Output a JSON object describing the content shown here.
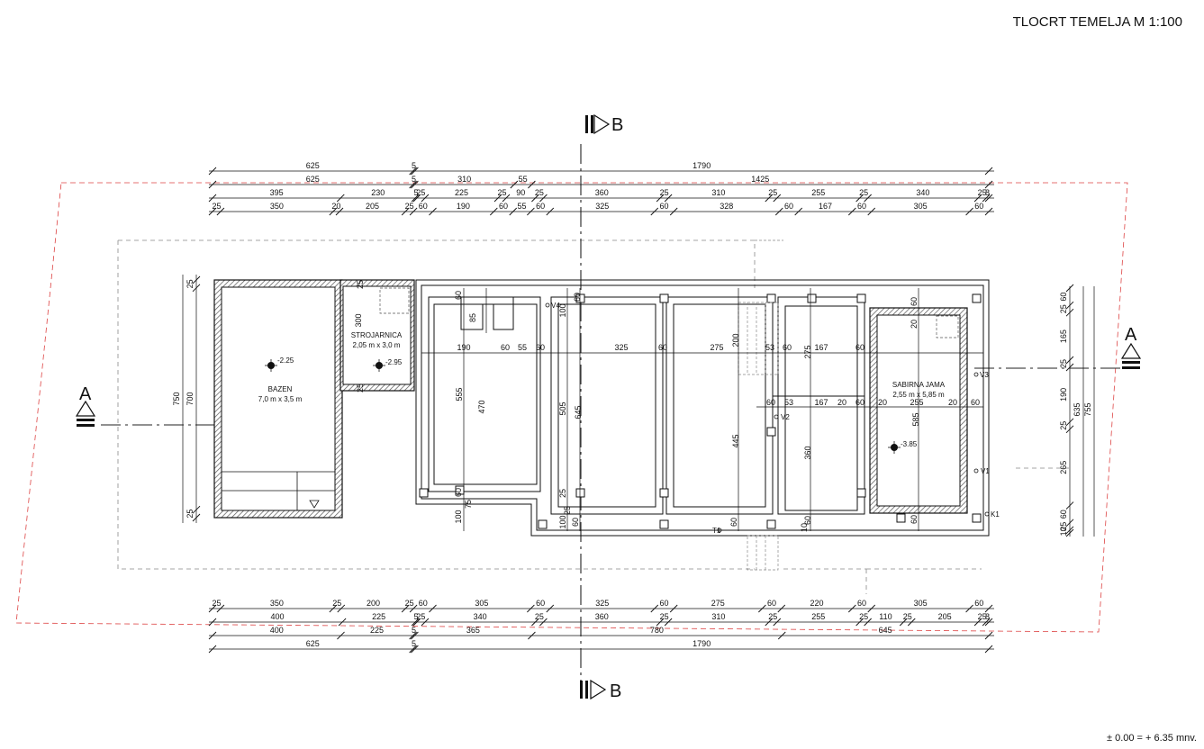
{
  "title": "TLOCRT TEMELJA  M 1:100",
  "elevation_note": "± 0.00 = + 6.35 mnv.",
  "sections": {
    "a": "A",
    "b": "B"
  },
  "rooms": {
    "bazen_name": "BAZEN",
    "bazen_size": "7,0 m x 3,5 m",
    "bazen_level": "-2.25",
    "strojarnica_name": "STROJARNICA",
    "strojarnica_size": "2,05 m x 3,0 m",
    "strojarnica_level": "-2.95",
    "sabirna_name": "SABIRNA JAMA",
    "sabirna_size": "2,55 m x 5,85 m",
    "sabirna_level": "-3.85"
  },
  "markers": [
    "V4",
    "V3",
    "V2",
    "V1",
    "K1",
    "T1"
  ],
  "dims_top": [
    [
      "625",
      "5",
      "1790"
    ],
    [
      "625",
      "5",
      "310",
      "55",
      "1425"
    ],
    [
      "395",
      "230",
      "5",
      "25",
      "225",
      "25",
      "90",
      "25",
      "360",
      "25",
      "310",
      "25",
      "255",
      "25",
      "340",
      "25",
      "8"
    ],
    [
      "25",
      "350",
      "20",
      "205",
      "25",
      "60",
      "190",
      "60",
      "55",
      "60",
      "325",
      "60",
      "328",
      "60",
      "167",
      "60",
      "305",
      "60"
    ]
  ],
  "dims_bottom": [
    [
      "25",
      "350",
      "25",
      "200",
      "25",
      "60",
      "305",
      "60",
      "325",
      "60",
      "275",
      "60",
      "220",
      "60",
      "305",
      "60"
    ],
    [
      "400",
      "225",
      "5",
      "25",
      "340",
      "25",
      "360",
      "25",
      "310",
      "25",
      "255",
      "25",
      "110",
      "25",
      "205",
      "25",
      "8"
    ],
    [
      "400",
      "225",
      "5",
      "365",
      "780",
      "645"
    ],
    [
      "625",
      "5",
      "1790"
    ]
  ],
  "dims_left": [
    "25",
    "750",
    "700",
    "25"
  ],
  "dims_right": [
    "60",
    "25",
    "8",
    "165",
    "25",
    "190",
    "25",
    "265",
    "635",
    "755",
    "60",
    "8",
    "25",
    "10"
  ],
  "dims_inner": [
    "60",
    "85",
    "190",
    "60",
    "55",
    "60",
    "555",
    "470",
    "60",
    "100",
    "75",
    "25",
    "100",
    "100",
    "60",
    "505",
    "645",
    "325",
    "60",
    "275",
    "200",
    "445",
    "53",
    "60",
    "275",
    "167",
    "60",
    "60",
    "53",
    "167",
    "360",
    "20",
    "60",
    "20",
    "255",
    "20",
    "60",
    "585",
    "20",
    "60",
    "300",
    "25",
    "25",
    "60",
    "10",
    "60",
    "60",
    "25",
    "60"
  ]
}
